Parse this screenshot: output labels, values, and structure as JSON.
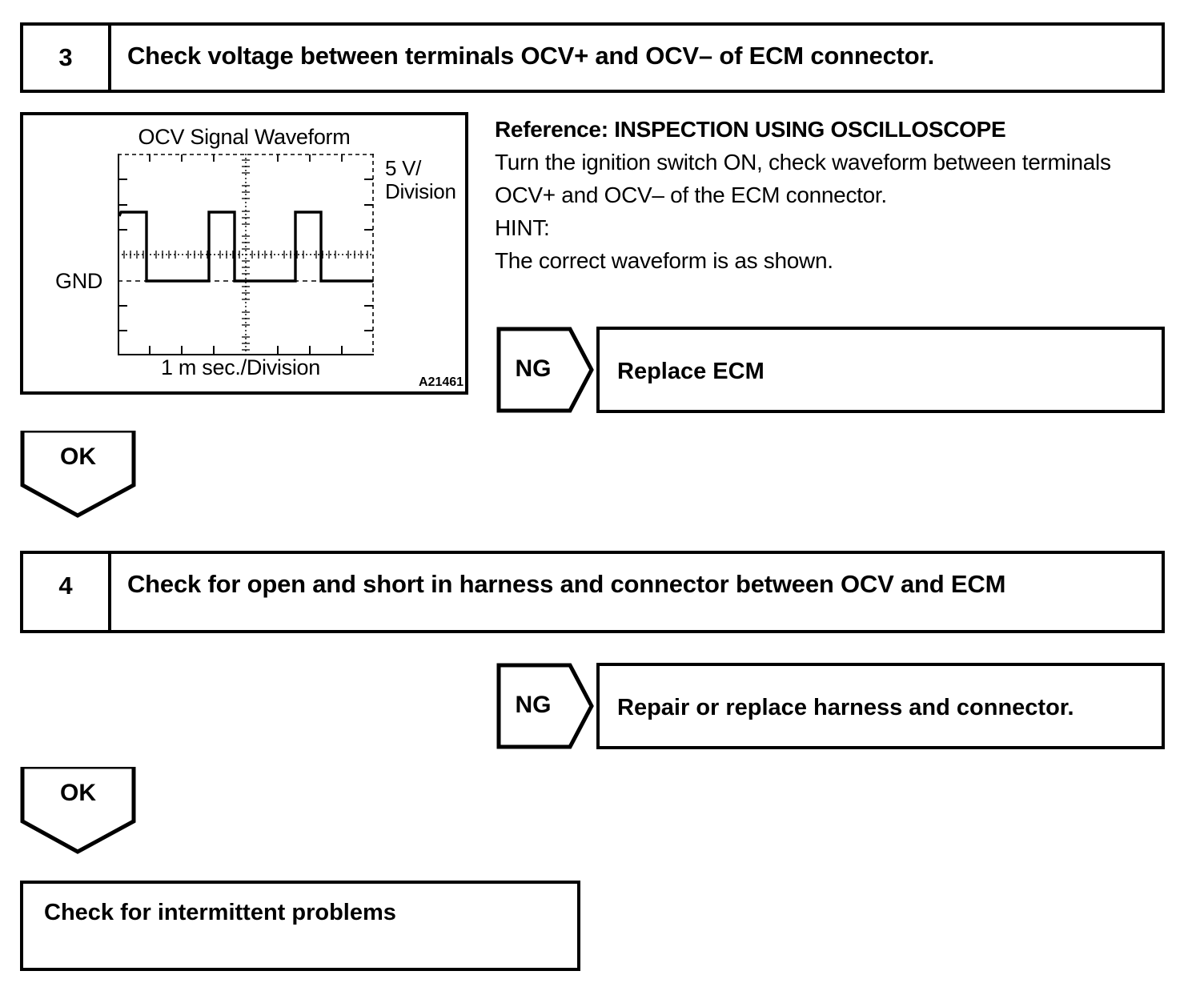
{
  "steps": [
    {
      "number": "3",
      "title": "Check voltage between terminals OCV+ and OCV– of ECM connector."
    },
    {
      "number": "4",
      "title": "Check for open and short in harness and connector between OCV and ECM"
    }
  ],
  "waveform_panel": {
    "title": "OCV Signal Waveform",
    "vertical_label_line1": "5 V/",
    "vertical_label_line2": "Division",
    "gnd_label": "GND",
    "horizontal_label": "1 m sec./Division",
    "figure_code": "A21461"
  },
  "chart_data": {
    "type": "line",
    "title": "OCV Signal Waveform",
    "xlabel": "1 m sec./Division",
    "ylabel": "5 V/Division",
    "x_unit_per_division": "1 m sec.",
    "y_unit_per_division": "5 V",
    "grid": true,
    "legend": "none",
    "xlim": [
      0,
      10
    ],
    "ylim": [
      -3,
      5
    ],
    "gnd_level": 0,
    "high_level": 2.1,
    "annotations": [
      "GND"
    ],
    "series": [
      {
        "name": "OCV signal",
        "description": "Square pulse train, high level approx. 2.1 divisions above GND",
        "x": [
          0,
          0,
          1.15,
          1.15,
          4.0,
          4.0,
          5.15,
          5.15,
          7.55,
          7.55,
          8.75,
          8.75,
          10
        ],
        "y": [
          0,
          2.1,
          2.1,
          0,
          0,
          2.1,
          2.1,
          0,
          0,
          2.1,
          2.1,
          0,
          0
        ]
      }
    ]
  },
  "reference": {
    "heading": "Reference: INSPECTION USING OSCILLOSCOPE",
    "lines": [
      "Turn the ignition switch ON, check waveform between terminals",
      "OCV+ and OCV– of the ECM connector.",
      "HINT:",
      "The correct waveform is as shown."
    ]
  },
  "branches": {
    "ng1": {
      "label": "NG",
      "result": "Replace ECM"
    },
    "ng2": {
      "label": "NG",
      "result": "Repair or replace harness and connector."
    },
    "ok1": {
      "label": "OK"
    },
    "ok2": {
      "label": "OK"
    }
  },
  "final_box": {
    "text": "Check for intermittent problems"
  },
  "colors": {
    "stroke": "#000000",
    "background": "#ffffff"
  }
}
